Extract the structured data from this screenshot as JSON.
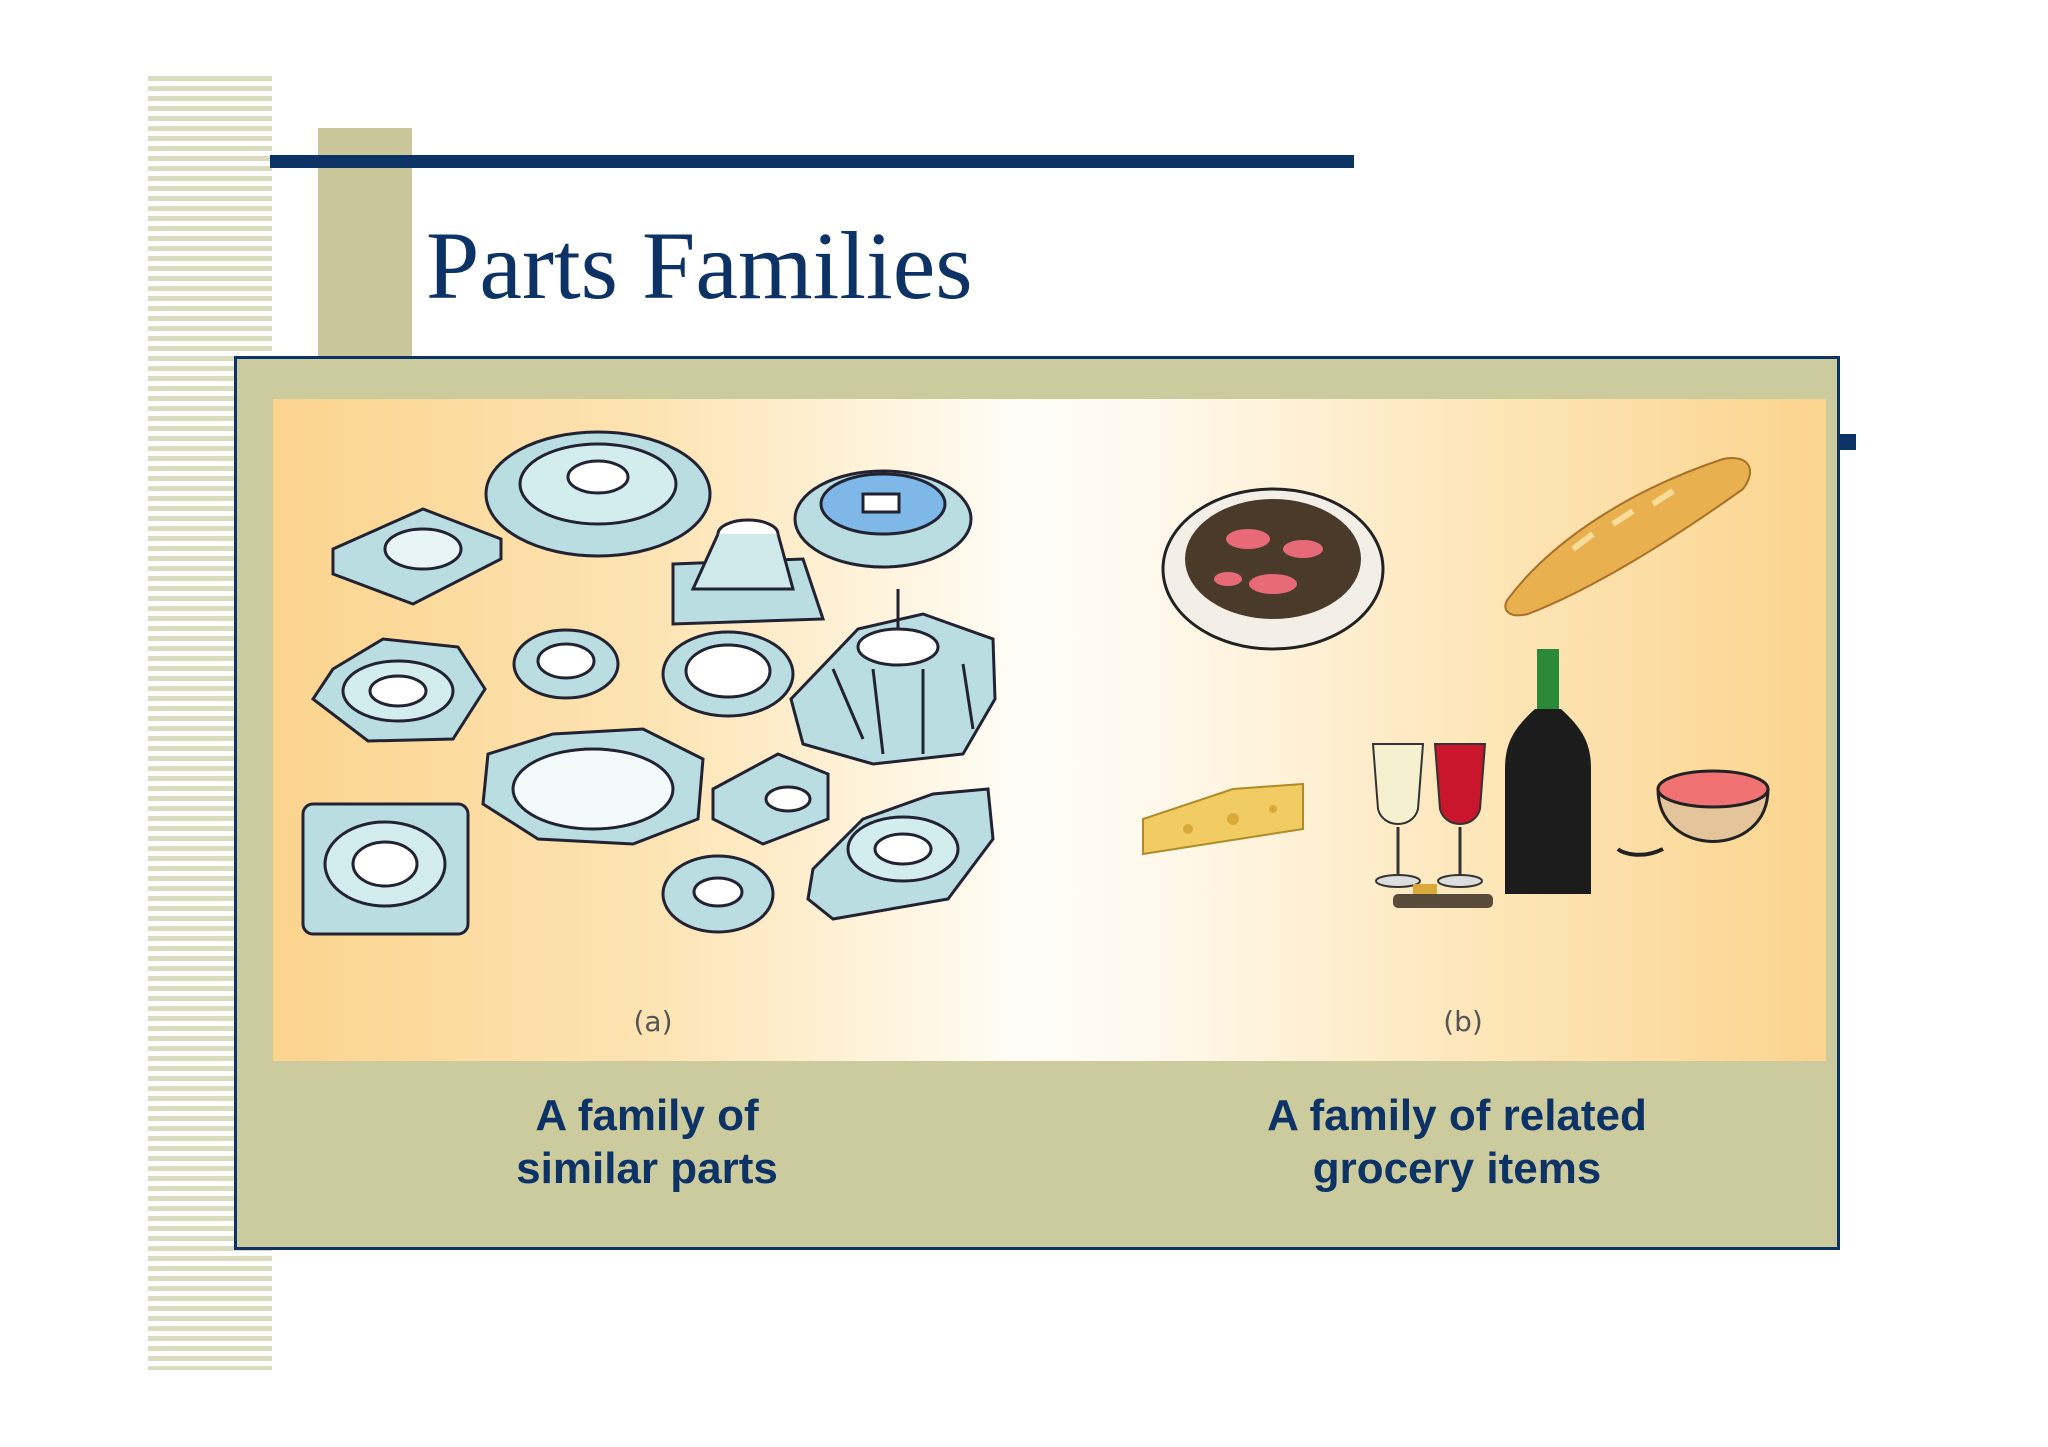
{
  "slide": {
    "title": "Parts Families"
  },
  "figure": {
    "label_a": "(a)",
    "label_b": "(b)"
  },
  "captions": {
    "left": {
      "line1": "A family of",
      "line2": "similar parts"
    },
    "right": {
      "line1": "A family of related",
      "line2": "grocery items"
    }
  },
  "colors": {
    "navy": "#0d3366",
    "olive": "#c9c79a",
    "panel": "#cbcb9d",
    "parts": "#b9dde0"
  }
}
